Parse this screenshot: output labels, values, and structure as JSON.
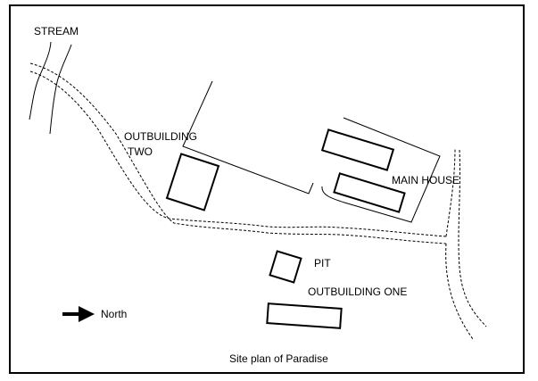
{
  "map": {
    "labels": {
      "stream": "STREAM",
      "outbuilding_two_line1": "OUTBUILDING",
      "outbuilding_two_line2": "TWO",
      "main_house": "MAIN HOUSE",
      "pit": "PIT",
      "outbuilding_one": "OUTBUILDING ONE",
      "north": "North"
    },
    "caption": "Site plan of Paradise",
    "colors": {
      "ink": "#000000",
      "background": "#ffffff"
    },
    "icons": {
      "north_arrow": "arrow-right-icon"
    }
  }
}
